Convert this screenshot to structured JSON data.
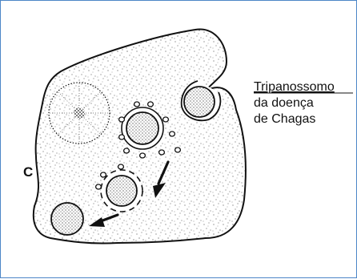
{
  "diagram": {
    "panel_letter": "C",
    "caption_lines": [
      "Tripanossomo",
      "da doença",
      "de Chagas"
    ],
    "colors": {
      "frame": "#4d86c7",
      "ink": "#111111",
      "background": "#ffffff"
    }
  }
}
